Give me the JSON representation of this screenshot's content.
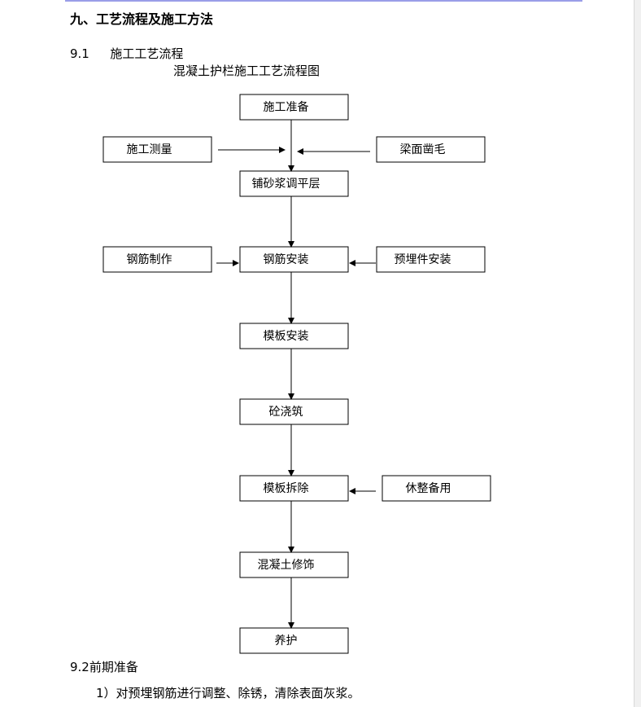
{
  "heading": "九、工艺流程及施工方法",
  "section_1": {
    "number": "9.1",
    "title": "施工工艺流程"
  },
  "chart_title": "混凝土护栏施工工艺流程图",
  "flow": {
    "main_steps": [
      "施工准备",
      "铺砂浆调平层",
      "钢筋安装",
      "模板安装",
      "砼浇筑",
      "模板拆除",
      "混凝土修饰",
      "养护"
    ],
    "side_inputs": [
      {
        "label": "施工测量",
        "side": "left",
        "target": "铺砂浆调平层"
      },
      {
        "label": "梁面凿毛",
        "side": "right",
        "target": "铺砂浆调平层"
      },
      {
        "label": "钢筋制作",
        "side": "left",
        "target": "钢筋安装"
      },
      {
        "label": "预埋件安装",
        "side": "right",
        "target": "钢筋安装"
      },
      {
        "label": "休整备用",
        "side": "right",
        "target": "模板拆除"
      }
    ]
  },
  "section_2": {
    "number": "9.2",
    "title": "前期准备"
  },
  "item_1": "1）对预埋钢筋进行调整、除锈，清除表面灰浆。",
  "colors": {
    "top_rule": "#9a9ee8",
    "box_border": "#000000"
  }
}
